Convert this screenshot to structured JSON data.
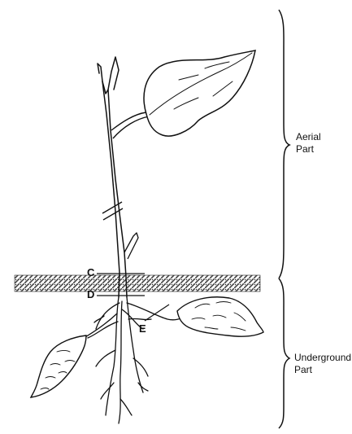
{
  "labels": {
    "c": "C",
    "d": "D",
    "e": "E",
    "aerial_line1": "Aerial",
    "aerial_line2": "Part",
    "underground_line1": "Underground",
    "underground_line2": "Part"
  },
  "colors": {
    "ink": "#111111",
    "soil": "#555555"
  }
}
